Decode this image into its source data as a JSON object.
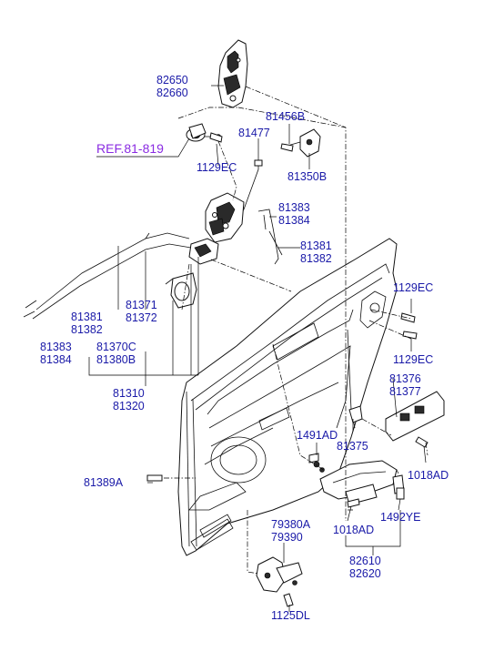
{
  "colors": {
    "label": "#1a1aa8",
    "reference": "#8a2be2",
    "lines": "#000000",
    "background": "#ffffff"
  },
  "labels": {
    "p82650": "82650",
    "p82660": "82660",
    "p81456B": "81456B",
    "p81477": "81477",
    "ref": "REF.81-819",
    "p1129EC_top": "1129EC",
    "p81350B": "81350B",
    "p81383_a": "81383",
    "p81384_a": "81384",
    "p81381_a": "81381",
    "p81382_a": "81382",
    "p1129EC_r1": "1129EC",
    "p81381_b": "81381",
    "p81382_b": "81382",
    "p81371": "81371",
    "p81372": "81372",
    "p81383_b": "81383",
    "p81384_b": "81384",
    "p81370C": "81370C",
    "p81380B": "81380B",
    "p1129EC_r2": "1129EC",
    "p81376": "81376",
    "p81377": "81377",
    "p81310": "81310",
    "p81320": "81320",
    "p1491AD": "1491AD",
    "p81375": "81375",
    "p1018AD_r": "1018AD",
    "p81389A": "81389A",
    "p1018AD_c": "1018AD",
    "p1492YE": "1492YE",
    "p79380A": "79380A",
    "p79390": "79390",
    "p82610": "82610",
    "p82620": "82620",
    "p1125DL": "1125DL"
  }
}
